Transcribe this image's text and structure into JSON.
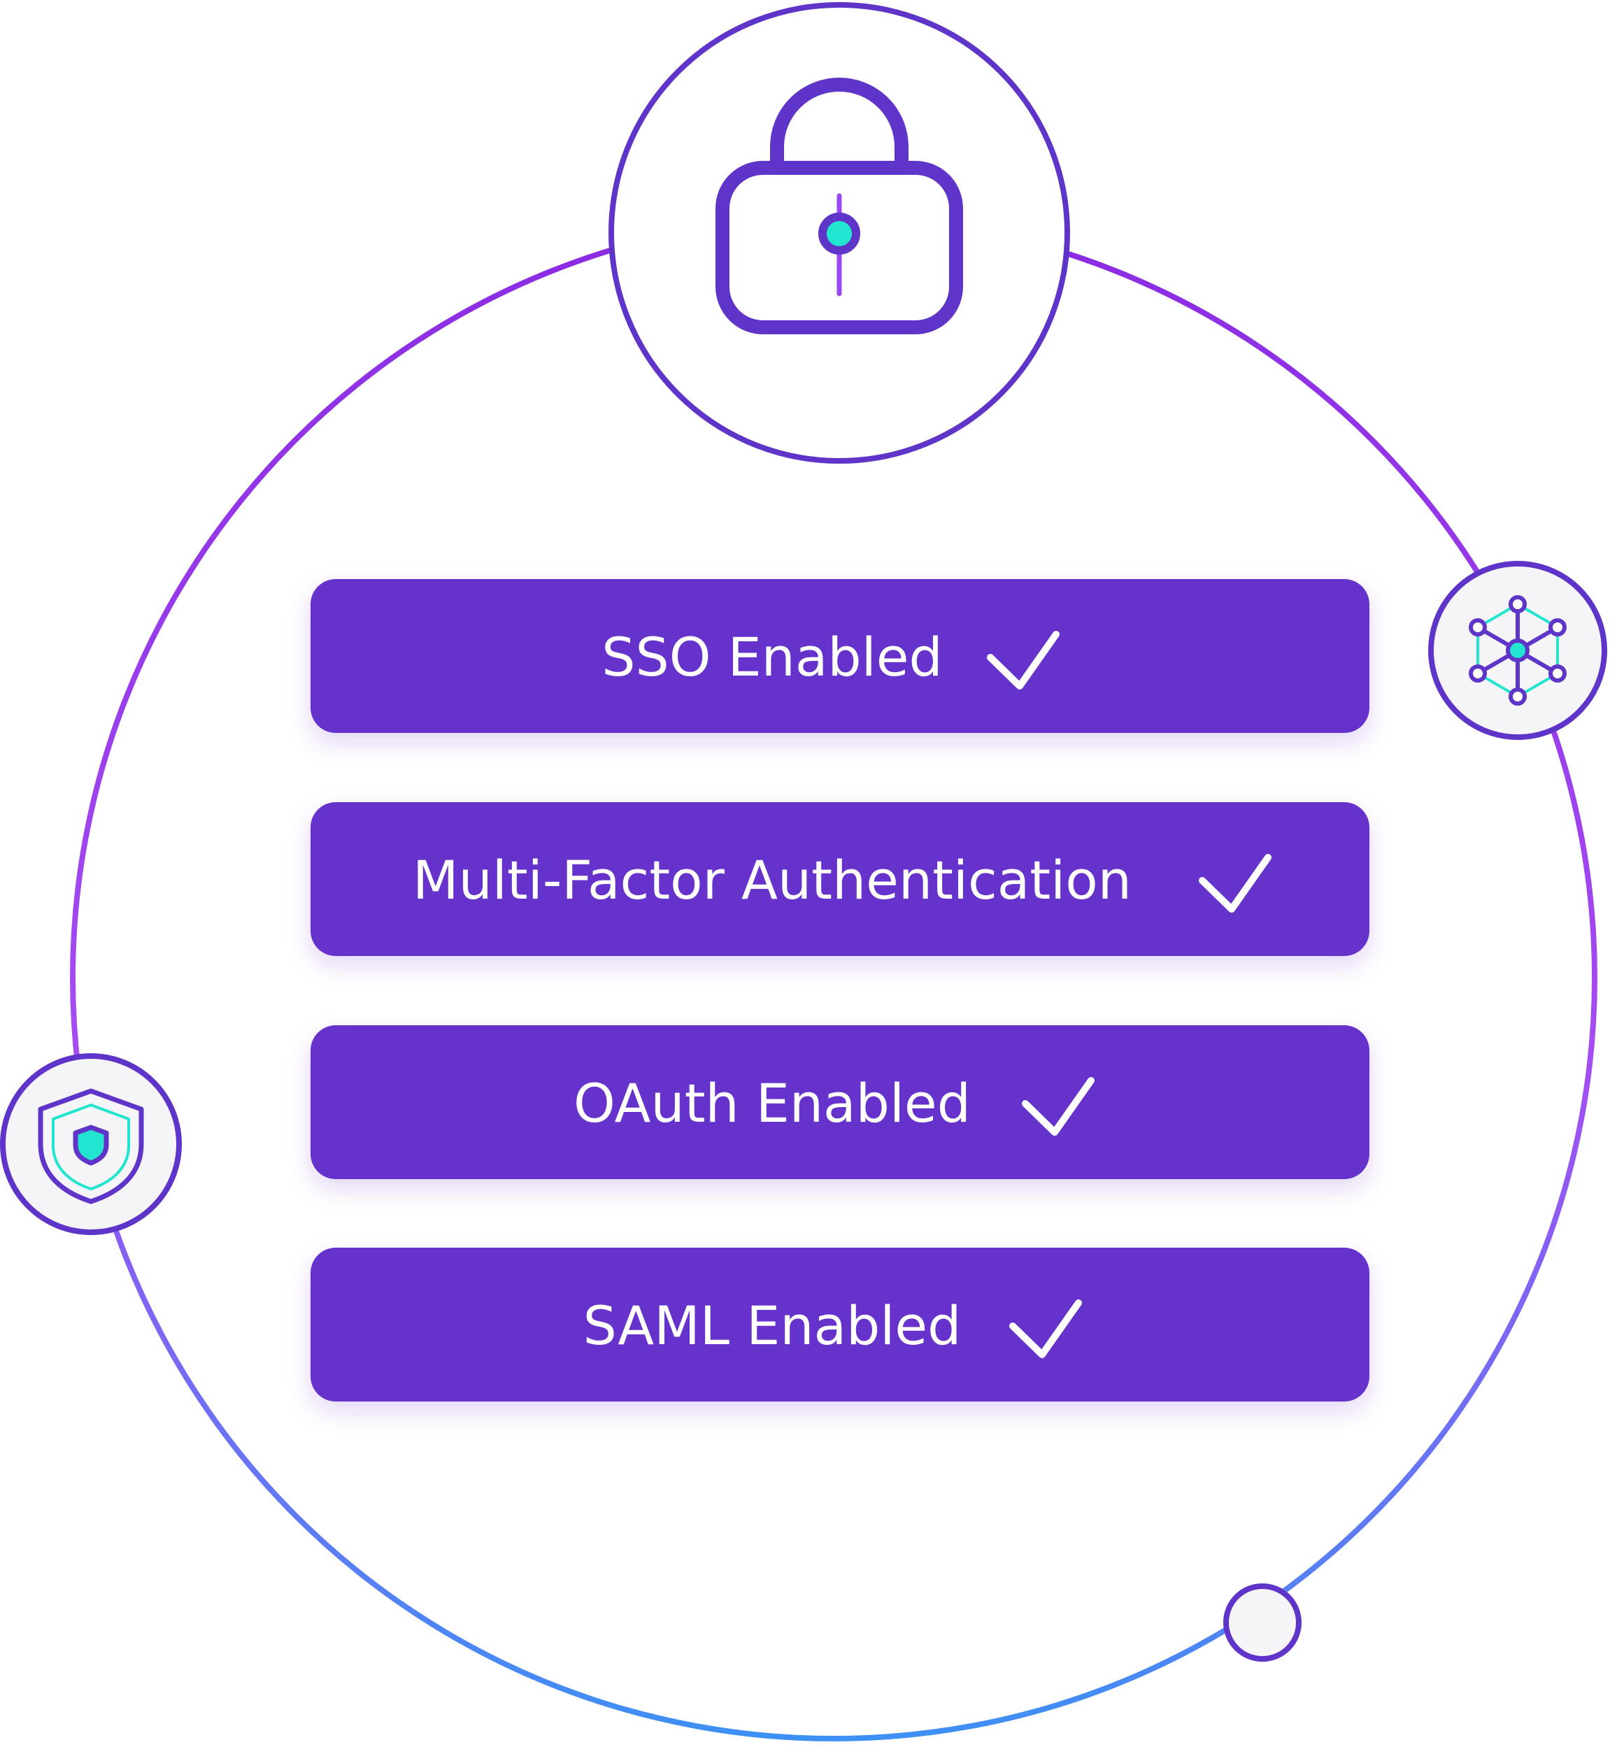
{
  "colors": {
    "primary": "#6633CC",
    "ring_top": "#9B47F0",
    "ring_bottom": "#4A8DF5",
    "icon_stroke": "#5E35C8",
    "accent_teal": "#22E5D0",
    "node_fill": "#F5F5F7"
  },
  "icons": {
    "center": "lock-icon",
    "right_node": "network-hub-icon",
    "left_node": "shield-icon",
    "bottom_node": "empty-node-icon",
    "check": "check-icon"
  },
  "items": [
    {
      "label": "SSO Enabled"
    },
    {
      "label": "Multi-Factor Authentication"
    },
    {
      "label": "OAuth Enabled"
    },
    {
      "label": "SAML Enabled"
    }
  ]
}
